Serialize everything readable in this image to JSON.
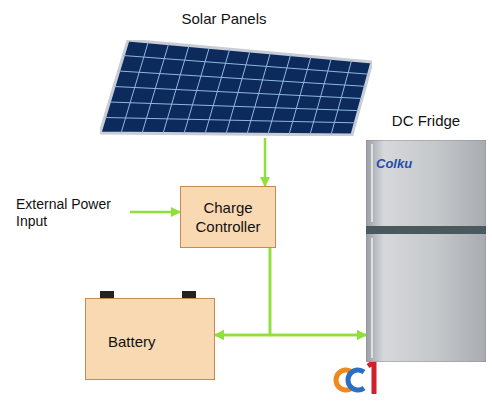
{
  "diagram": {
    "nodes": [
      {
        "text": [
          "Solar Panels"
        ]
      },
      {
        "text": [
          "External Power Input"
        ]
      },
      {
        "text": [
          "Charge Controller"
        ]
      },
      {
        "text": [
          "DC Fridge",
          "Colku"
        ]
      },
      {
        "text": [
          "Battery"
        ]
      }
    ],
    "edges": [
      {
        "from": 0,
        "to": 2,
        "arrow": "to"
      },
      {
        "from": 1,
        "to": 2,
        "arrow": "to"
      },
      {
        "from": 2,
        "to": 4,
        "arrow": "to"
      },
      {
        "from": 2,
        "to": 3,
        "arrow": "to"
      },
      {
        "from": 4,
        "to": 3,
        "arrow": "both"
      }
    ]
  }
}
